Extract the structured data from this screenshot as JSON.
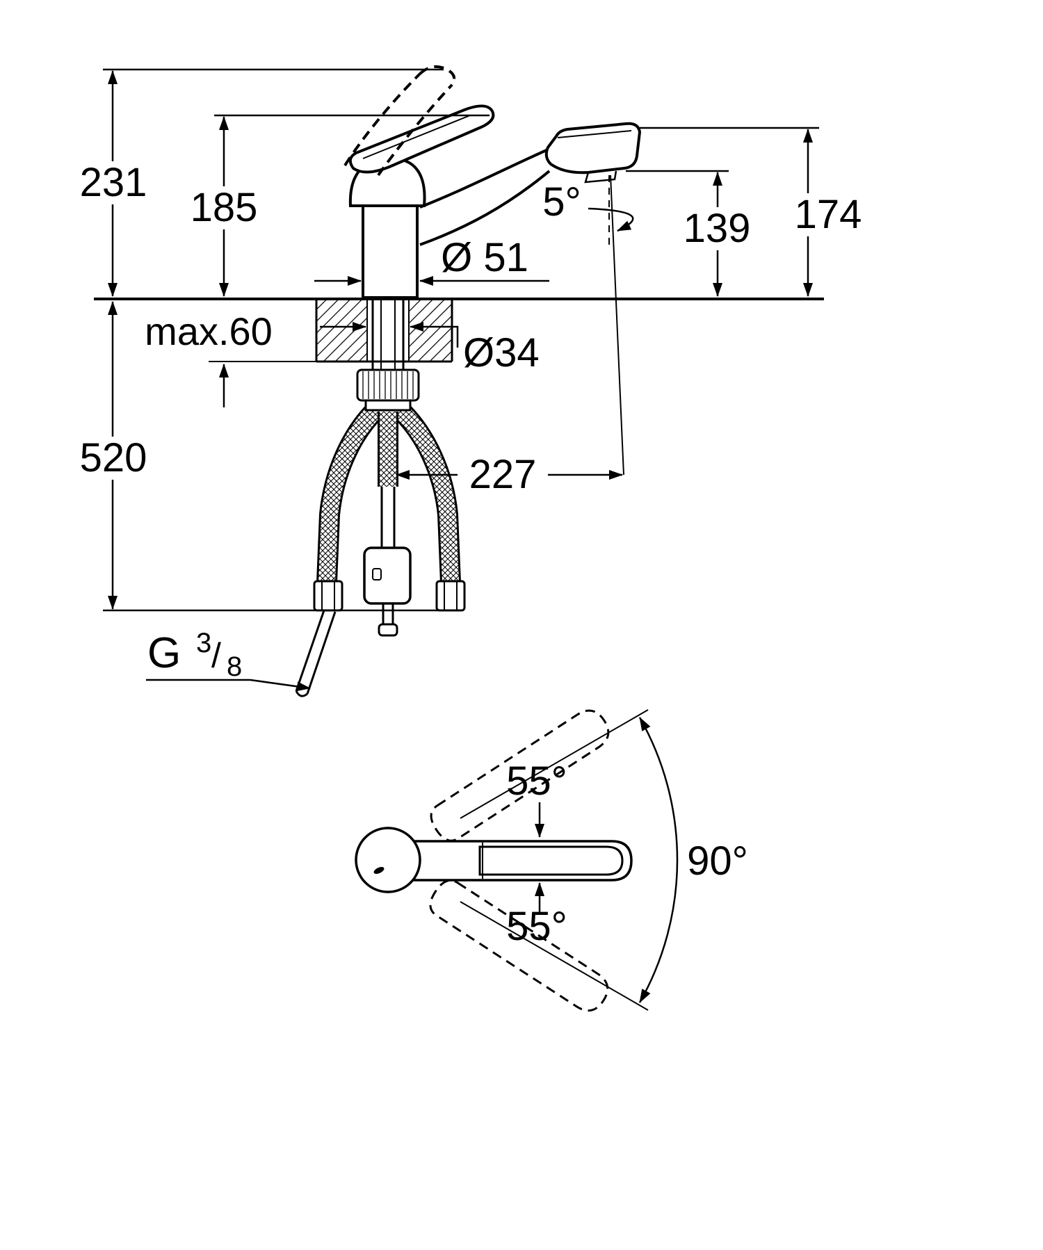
{
  "meta": {
    "type": "technical-dimension-drawing",
    "subject": "kitchen faucet with pull-out spray, side view and handle swivel top view"
  },
  "colors": {
    "line": "#000000",
    "background": "#ffffff"
  },
  "side_view": {
    "total_height": "231",
    "handle_height": "185",
    "spout_top_height": "174",
    "outlet_height": "139",
    "outlet_angle": "5°",
    "base_diameter": "Ø 51",
    "max_deck_thickness": "max.60",
    "hole_diameter": "Ø34",
    "below_deck_depth": "520",
    "spout_reach": "227",
    "thread_letter": "G",
    "thread_numerator": "3",
    "thread_slash": "/",
    "thread_denominator": "8"
  },
  "top_view": {
    "handle_swing_up": "55°",
    "spout_swivel": "90°",
    "handle_swing_down": "55°"
  }
}
